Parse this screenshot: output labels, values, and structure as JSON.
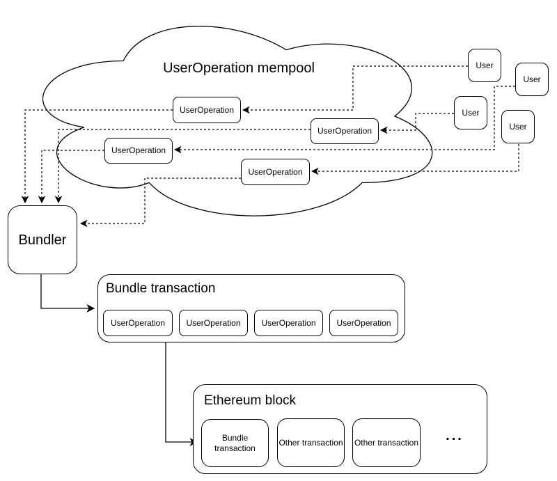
{
  "cloud": {
    "title": "UserOperation mempool"
  },
  "mempool_ops": [
    "UserOperation",
    "UserOperation",
    "UserOperation",
    "UserOperation"
  ],
  "users": [
    "User",
    "User",
    "User",
    "User"
  ],
  "bundler": {
    "label": "Bundler"
  },
  "bundle_transaction": {
    "title": "Bundle transaction",
    "ops": [
      "UserOperation",
      "UserOperation",
      "UserOperation",
      "UserOperation"
    ]
  },
  "ethereum_block": {
    "title": "Ethereum block",
    "transactions": [
      "Bundle transaction",
      "Other transaction",
      "Other transaction"
    ],
    "more_indicator": "..."
  },
  "colors": {
    "stroke": "#000000",
    "box_fill": "#ffffff",
    "background": "#ffffff",
    "text": "#000000"
  }
}
